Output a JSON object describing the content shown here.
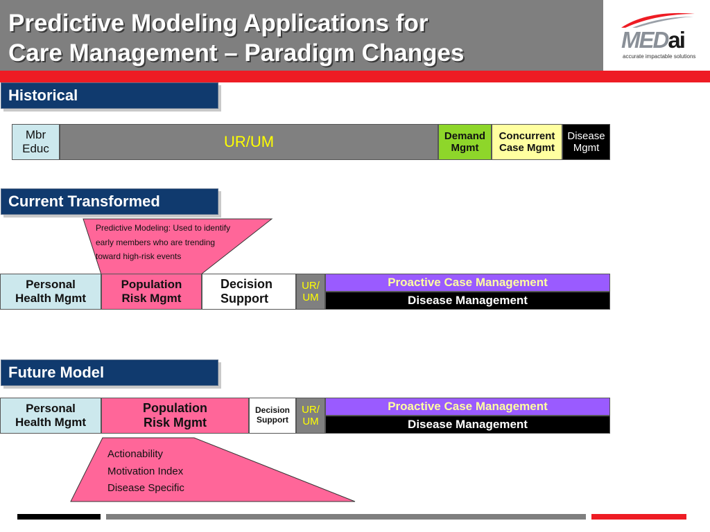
{
  "title": {
    "line1": "Predictive Modeling Applications for",
    "line2": "Care Management – Paradigm Changes"
  },
  "logo": {
    "med": "MED",
    "ai": "ai",
    "tagline": "accurate impactable solutions"
  },
  "colors": {
    "header_gray": "#7f7f7f",
    "accent_red": "#ee1c24",
    "section_blue": "#103a6e",
    "light_blue": "#cce8ed",
    "pink": "#ff6699",
    "green": "#8ed62a",
    "light_yellow": "#ffffa0",
    "purple": "#9a5bff"
  },
  "historical": {
    "header": "Historical",
    "mbr_educ": {
      "line1": "Mbr",
      "line2": "Educ"
    },
    "urum": "UR/UM",
    "demand": {
      "line1": "Demand",
      "line2": "Mgmt"
    },
    "concurrent": {
      "line1": "Concurrent",
      "line2": "Case Mgmt"
    },
    "disease": {
      "line1": "Disease",
      "line2": "Mgmt"
    }
  },
  "current": {
    "header": "Current Transformed",
    "callout": {
      "line1": "Predictive Modeling: Used to identify",
      "line2": "early members who are trending",
      "line3": "toward high-risk events"
    },
    "personal": {
      "line1": "Personal",
      "line2": "Health Mgmt"
    },
    "population": {
      "line1": "Population",
      "line2": "Risk Mgmt"
    },
    "decision": {
      "line1": "Decision",
      "line2": "Support"
    },
    "urum": {
      "line1": "UR/",
      "line2": "UM"
    },
    "proactive": "Proactive Case Management",
    "disease": "Disease Management"
  },
  "future": {
    "header": "Future Model",
    "personal": {
      "line1": "Personal",
      "line2": "Health Mgmt"
    },
    "population": {
      "line1": "Population",
      "line2": "Risk Mgmt"
    },
    "decision": {
      "line1": "Decision",
      "line2": "Support"
    },
    "urum": {
      "line1": "UR/",
      "line2": "UM"
    },
    "proactive": "Proactive Case Management",
    "disease": "Disease Management",
    "callout": {
      "line1": "Actionability",
      "line2": "Motivation Index",
      "line3": "Disease Specific"
    }
  }
}
